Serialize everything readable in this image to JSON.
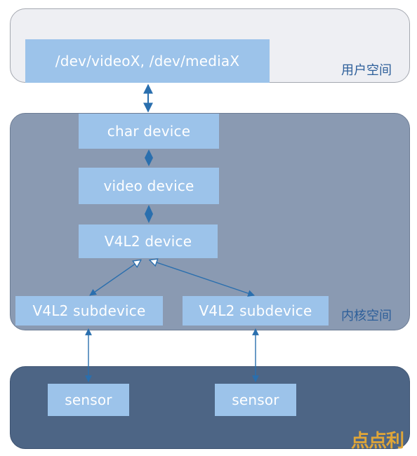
{
  "layers": {
    "user_label": "用户空间",
    "kernel_label": "内核空间"
  },
  "nodes": {
    "dev_nodes": "/dev/videoX, /dev/mediaX",
    "char_device": "char device",
    "video_device": "video device",
    "v4l2_device": "V4L2 device",
    "subdevice_left": "V4L2 subdevice",
    "subdevice_right": "V4L2 subdevice",
    "sensor_left": "sensor",
    "sensor_right": "sensor"
  },
  "watermark": "点点利",
  "colors": {
    "user_layer": "#eeeff3",
    "kernel_layer": "#8a9ab2",
    "hardware_layer": "#4d6585",
    "box_fill": "#9cc3ea",
    "arrow": "#2a6fae",
    "label_text": "#2d5f9a"
  }
}
